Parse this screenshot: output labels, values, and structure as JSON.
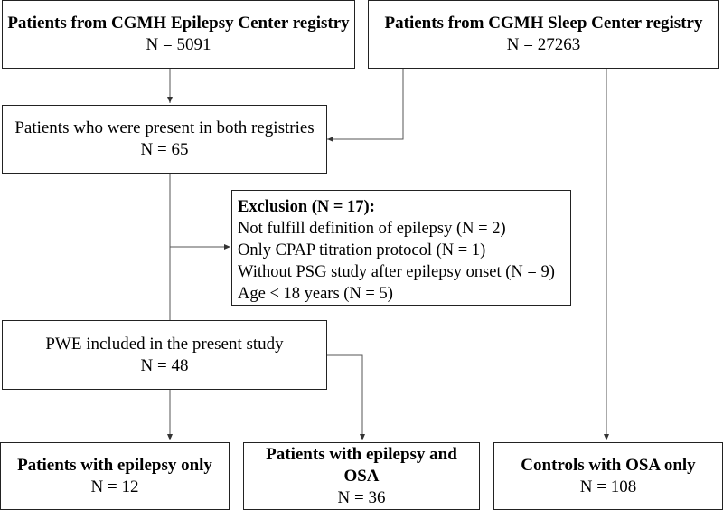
{
  "epilepsy_registry": {
    "title": "Patients from CGMH Epilepsy Center registry",
    "n": "N = 5091"
  },
  "sleep_registry": {
    "title": "Patients from CGMH Sleep Center registry",
    "n": "N = 27263"
  },
  "both_registries": {
    "title": "Patients who were present in both registries",
    "n": "N = 65"
  },
  "exclusion": {
    "title": "Exclusion (N = 17):",
    "items": [
      "Not fulfill definition of epilepsy (N = 2)",
      "Only CPAP titration protocol (N = 1)",
      "Without PSG study after epilepsy onset (N = 9)",
      "Age < 18 years (N = 5)"
    ]
  },
  "pwe_included": {
    "title": "PWE included in the present study",
    "n": "N = 48"
  },
  "epilepsy_only": {
    "title": "Patients with epilepsy only",
    "n": "N = 12"
  },
  "epilepsy_osa": {
    "title_line1": "Patients with epilepsy and",
    "title_line2": "OSA",
    "n": "N = 36"
  },
  "controls_osa": {
    "title": "Controls with OSA only",
    "n": "N = 108"
  }
}
